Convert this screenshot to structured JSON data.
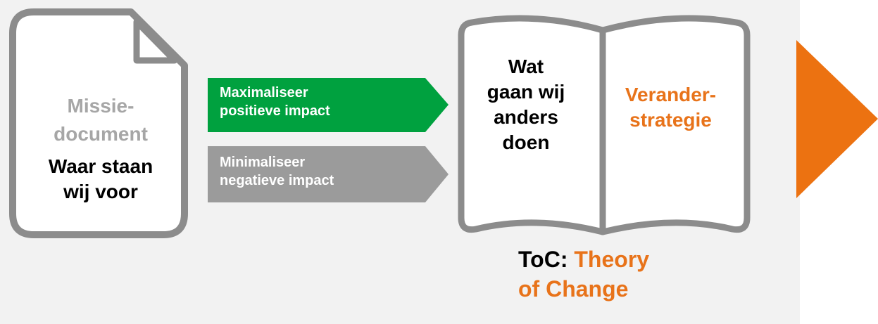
{
  "mission_document": {
    "title_lines": [
      "Missie-",
      "document"
    ],
    "subtitle_lines": [
      "Waar staan",
      "wij voor"
    ]
  },
  "arrows": {
    "positive": {
      "lines": [
        "Maximaliseer",
        "positieve impact"
      ],
      "color": "#00a13f"
    },
    "negative": {
      "lines": [
        "Minimaliseer",
        "negatieve impact"
      ],
      "color": "#9b9b9b"
    }
  },
  "book": {
    "left_page_lines": [
      "Wat",
      "gaan wij",
      "anders",
      "doen"
    ],
    "right_page_lines": [
      "Verander-",
      "strategie"
    ],
    "caption_key": "ToC:",
    "caption_value_lines": [
      "Theory",
      "of Change"
    ]
  },
  "next_arrow": {
    "color": "#ec7211"
  },
  "colors": {
    "background": "#f2f2f2",
    "outline": "#8c8c8c",
    "accent_orange": "#e8731a",
    "muted_text": "#a6a6a6"
  }
}
